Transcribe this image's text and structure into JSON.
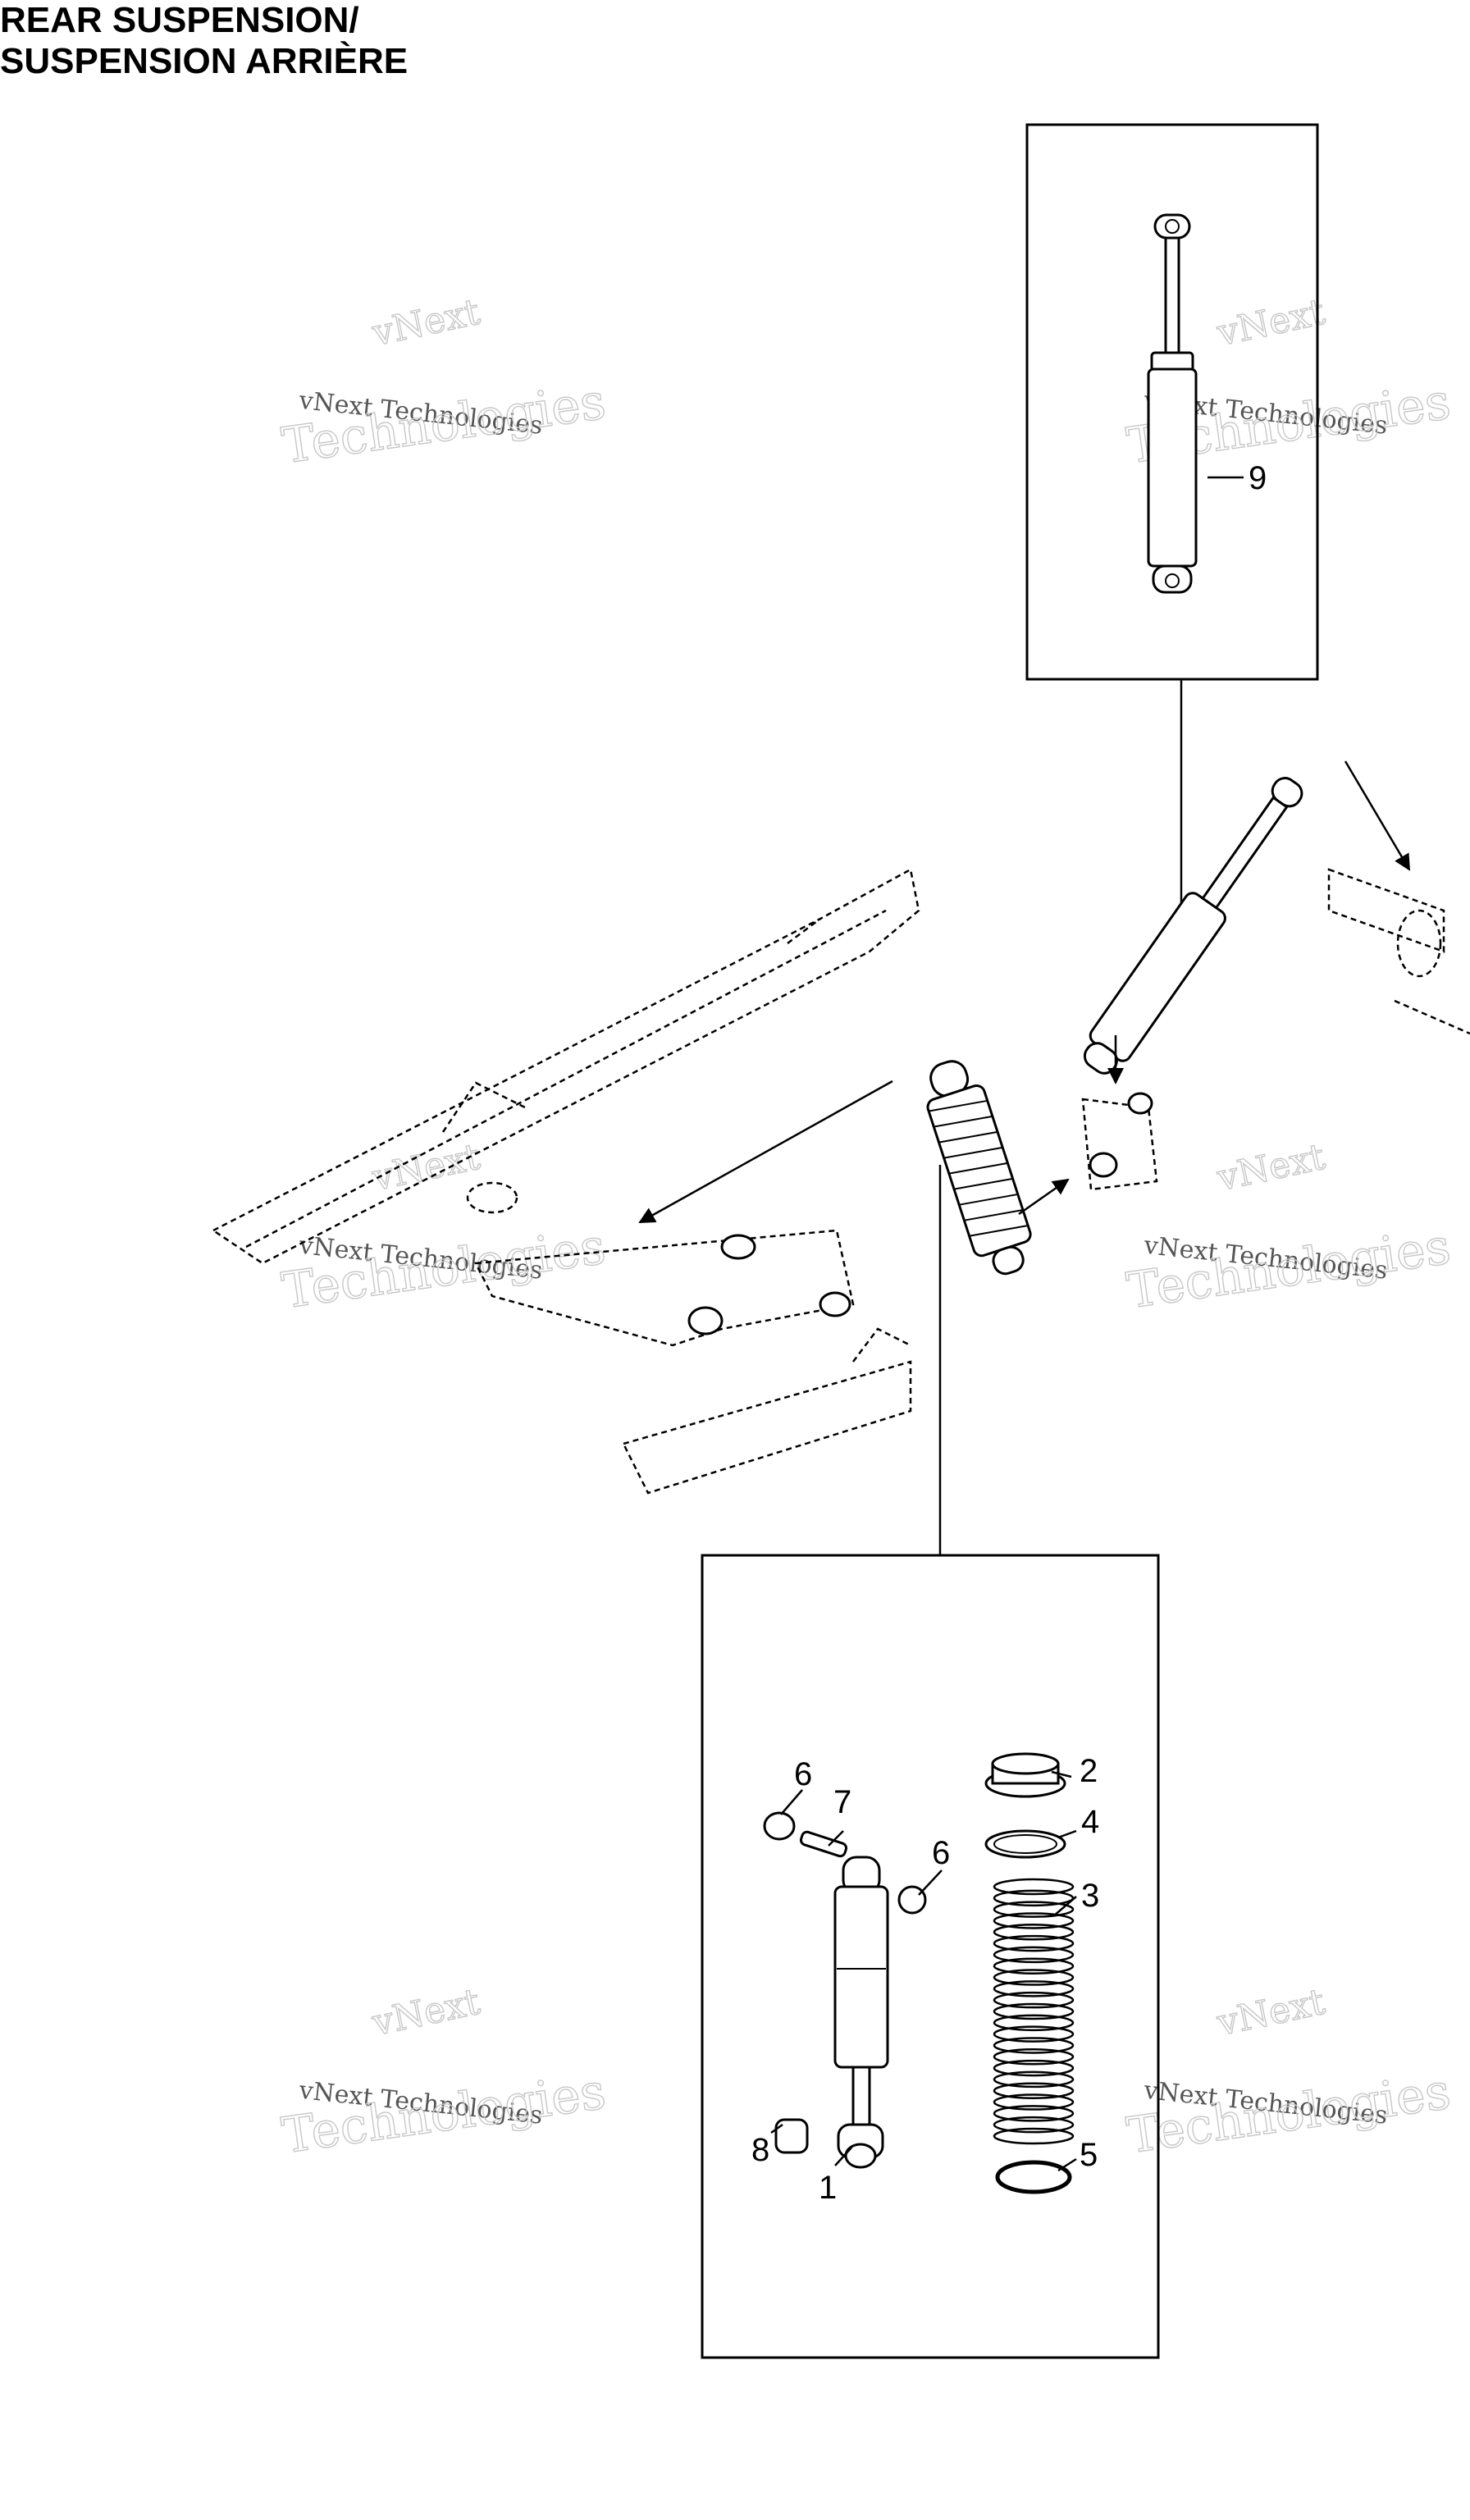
{
  "title": {
    "line1": "REAR SUSPENSION/",
    "line2": "SUSPENSION ARRIÈRE"
  },
  "watermark": {
    "top": "vNext",
    "middle": "vNext Technologies",
    "bottom": "Technologies"
  },
  "callouts": {
    "p1": "1",
    "p2": "2",
    "p3": "3",
    "p4": "4",
    "p5": "5",
    "p6a": "6",
    "p6b": "6",
    "p7": "7",
    "p8": "8",
    "p9": "9"
  }
}
